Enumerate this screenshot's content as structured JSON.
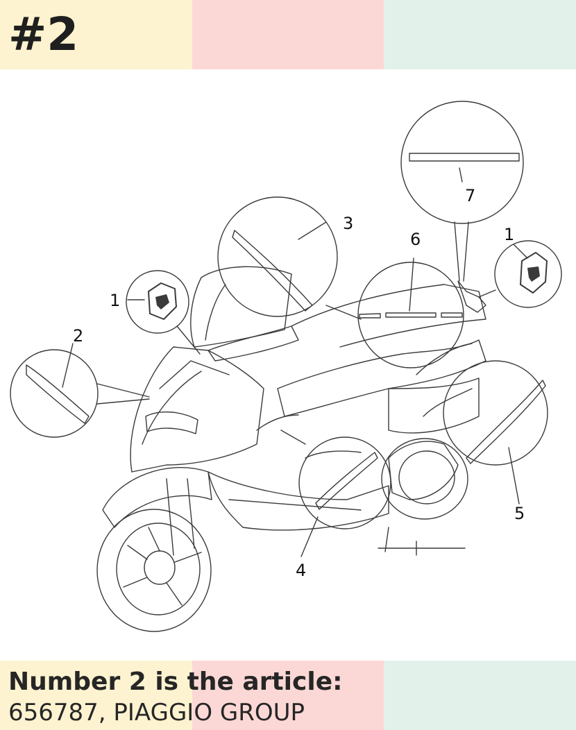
{
  "badge": "#2",
  "callouts": [
    "1",
    "2",
    "3",
    "4",
    "5",
    "6",
    "7",
    "1"
  ],
  "caption": {
    "line1": "Number 2 is the article:",
    "line2": "656787, PIAGGIO GROUP"
  },
  "colors": {
    "band_yellow": "#fdf3d0",
    "band_pink": "#fbd8d6",
    "band_green": "#e2f2ea",
    "line": "#3a3a3a"
  }
}
